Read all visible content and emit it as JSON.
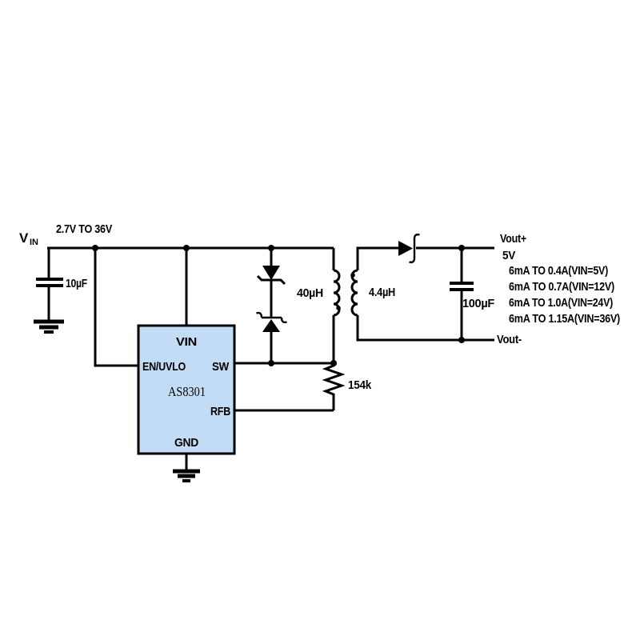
{
  "colors": {
    "wire": "#000000",
    "ic_fill": "#C2DCF5",
    "background": "#FFFFFF"
  },
  "input": {
    "vin_label": {
      "main": "V",
      "sub": "IN"
    },
    "range_label": "2.7V TO 36V",
    "cap_label": "10µF"
  },
  "ic": {
    "part_number": "AS8301",
    "pins": {
      "vin": "VIN",
      "en": "EN/UVLO",
      "sw": "SW",
      "rfb": "RFB",
      "gnd": "GND"
    }
  },
  "transformer": {
    "primary_label": "40µH",
    "secondary_label": "4.4µH"
  },
  "feedback": {
    "resistor_label": "154k"
  },
  "output": {
    "cap_label": "100µF",
    "vout_plus_label": "Vout+",
    "voltage_label": "5V",
    "current_ratings": [
      "6mA TO 0.4A(VIN=5V)",
      "6mA TO 0.7A(VIN=12V)",
      "6mA TO 1.0A(VIN=24V)",
      "6mA TO 1.15A(VIN=36V)"
    ],
    "vout_minus_label": "Vout-"
  }
}
